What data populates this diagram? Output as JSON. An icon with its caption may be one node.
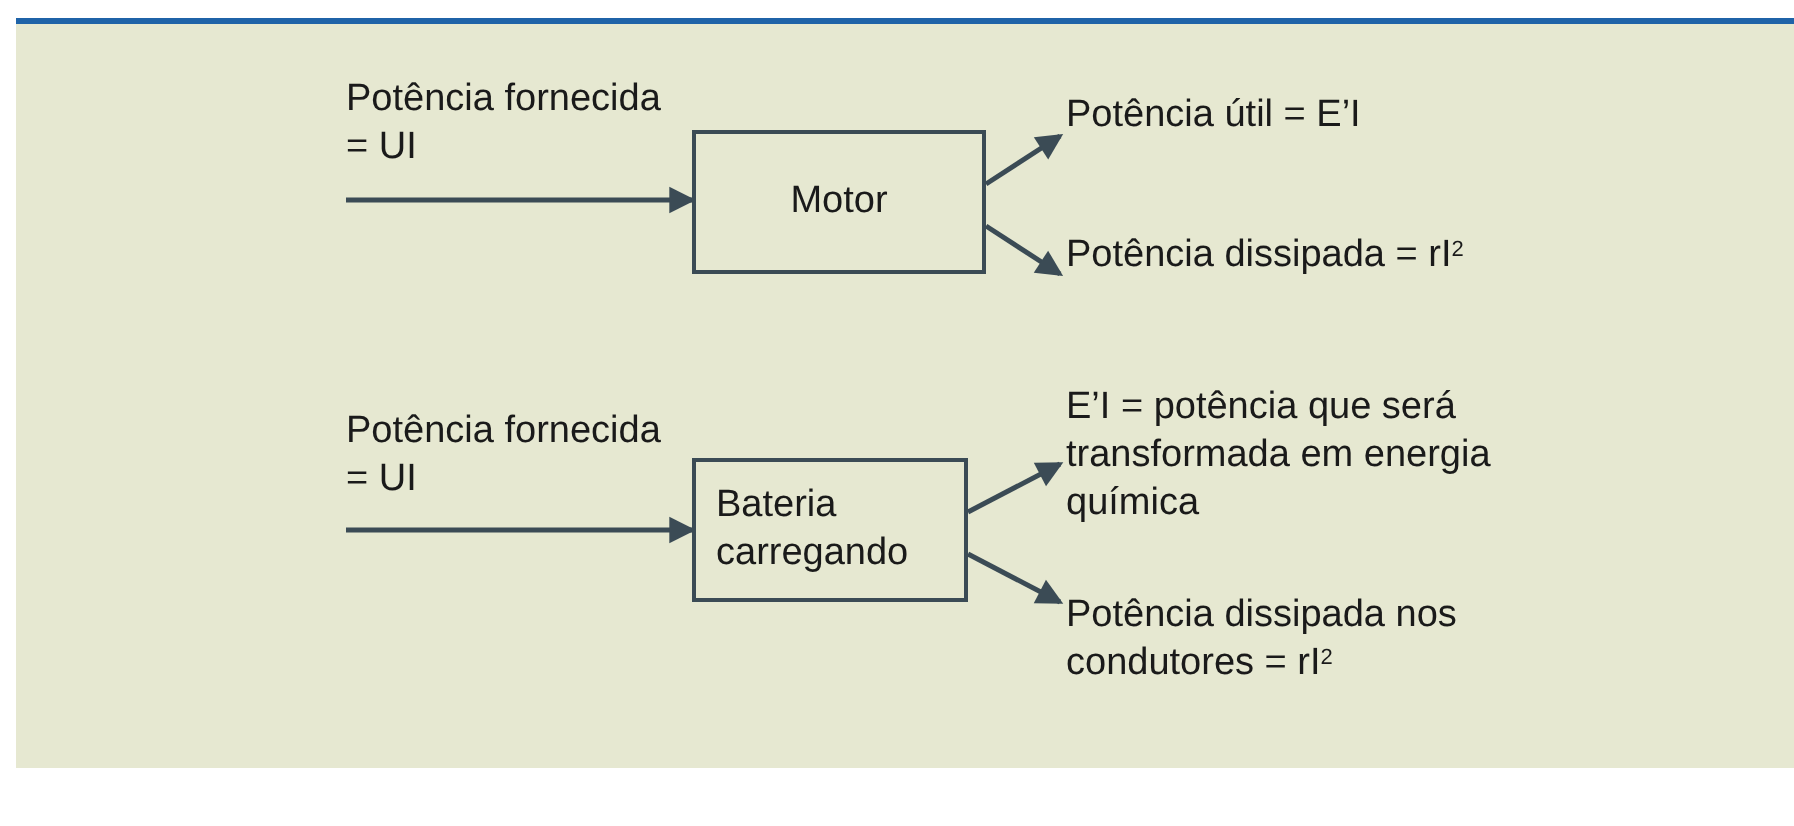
{
  "diagram": {
    "nodes": [
      {
        "text": [
          "Potência fornecida = UI"
        ]
      },
      {
        "text": [
          "Motor"
        ]
      },
      {
        "text": [
          "Potência útil = E’I"
        ]
      },
      {
        "text": [
          "Potência dissipada = rI$^{2}$"
        ]
      },
      {
        "text": [
          "Potência fornecida = UI"
        ]
      },
      {
        "text": [
          "Bateria carregando"
        ]
      },
      {
        "text": [
          "E’I = potência que será transformada em energia química"
        ]
      },
      {
        "text": [
          "Potência dissipada nos condutores = rI$^{2}$"
        ]
      }
    ],
    "edges": [
      {
        "from": 0,
        "to": 1,
        "arrow": "to"
      },
      {
        "from": 1,
        "to": 2,
        "arrow": "to"
      },
      {
        "from": 1,
        "to": 3,
        "arrow": "to"
      },
      {
        "from": 4,
        "to": 5,
        "arrow": "to"
      },
      {
        "from": 5,
        "to": 6,
        "arrow": "to"
      },
      {
        "from": 5,
        "to": 7,
        "arrow": "to"
      }
    ]
  }
}
